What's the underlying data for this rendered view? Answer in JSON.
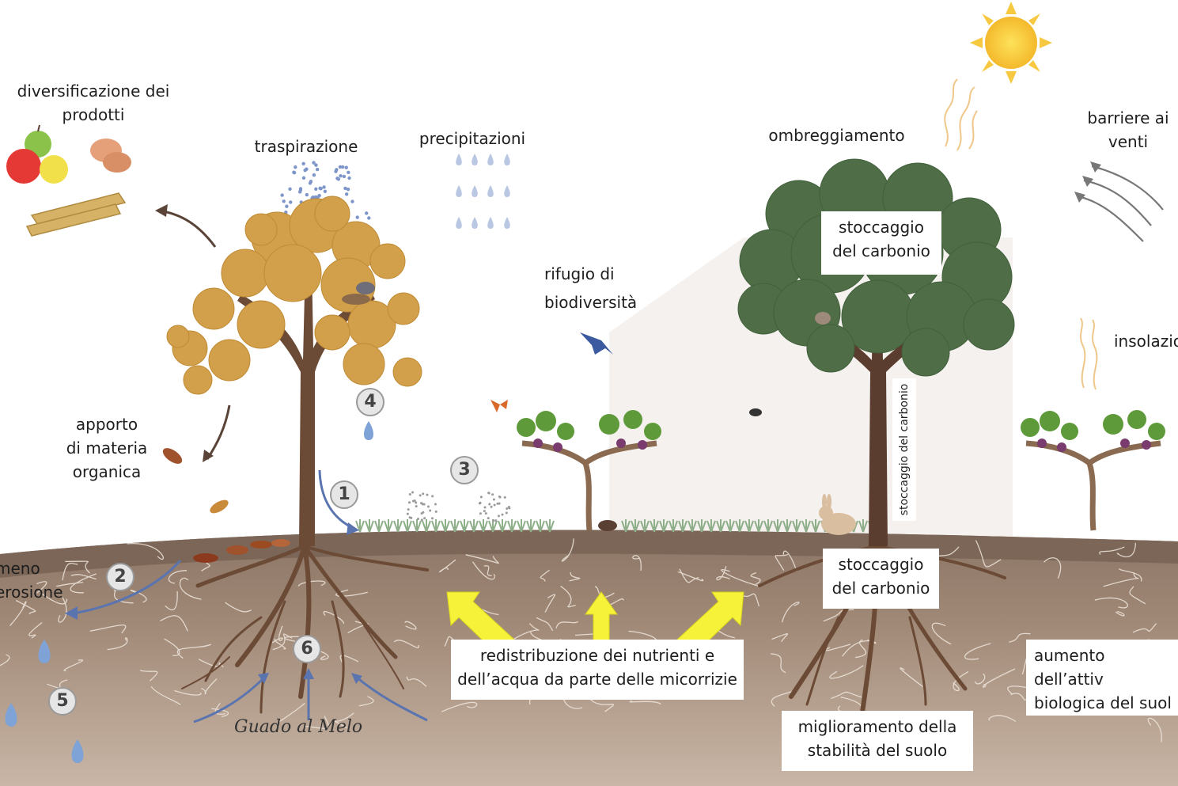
{
  "labels": {
    "diversificazione": "diversificazione dei\nprodotti",
    "traspirazione": "traspirazione",
    "precipitazioni": "precipitazioni",
    "ombreggiamento": "ombreggiamento",
    "barriere": "barriere ai\nventi",
    "rifugio": "rifugio di\nbiodiversità",
    "insolazione": "insolazio",
    "apporto": "apporto\ndi materia\norganica",
    "erosione": "meno\nerosione",
    "stoccaggio_canopy": "stoccaggio\ndel carbonio",
    "stoccaggio_trunk": "stoccaggio del carbonio",
    "stoccaggio_roots": "stoccaggio\ndel carbonio",
    "micorrizie": "redistribuzione dei nutrienti e\ndell’acqua da parte delle micorrizie",
    "stabilita": "miglioramento della\nstabilità del suolo",
    "attivita": "aumento dell’attiv\nbiologica del suol",
    "signature": "Guado al Melo"
  },
  "markers": [
    "1",
    "2",
    "3",
    "4",
    "5",
    "6"
  ],
  "colors": {
    "sky": "#ffffff",
    "soil_top": "#8b7565",
    "soil_mid": "#a08876",
    "soil_deep": "#c4b0a0",
    "autumn_leaves": "#d2a04a",
    "green_canopy": "#4f6e48",
    "trunk": "#6b4a36",
    "arrow_blue": "#5a74b0",
    "arrow_yellow": "#f6f23a",
    "sun": "#f6c83a",
    "grass": "#8fae8a"
  },
  "icons": [
    "sun-icon",
    "wind-icon",
    "raindrop-icon",
    "bird-icon",
    "rabbit-icon",
    "apple-icon",
    "wood-planks-icon",
    "leaf-icon",
    "butterfly-icon",
    "grapevine-icon"
  ]
}
